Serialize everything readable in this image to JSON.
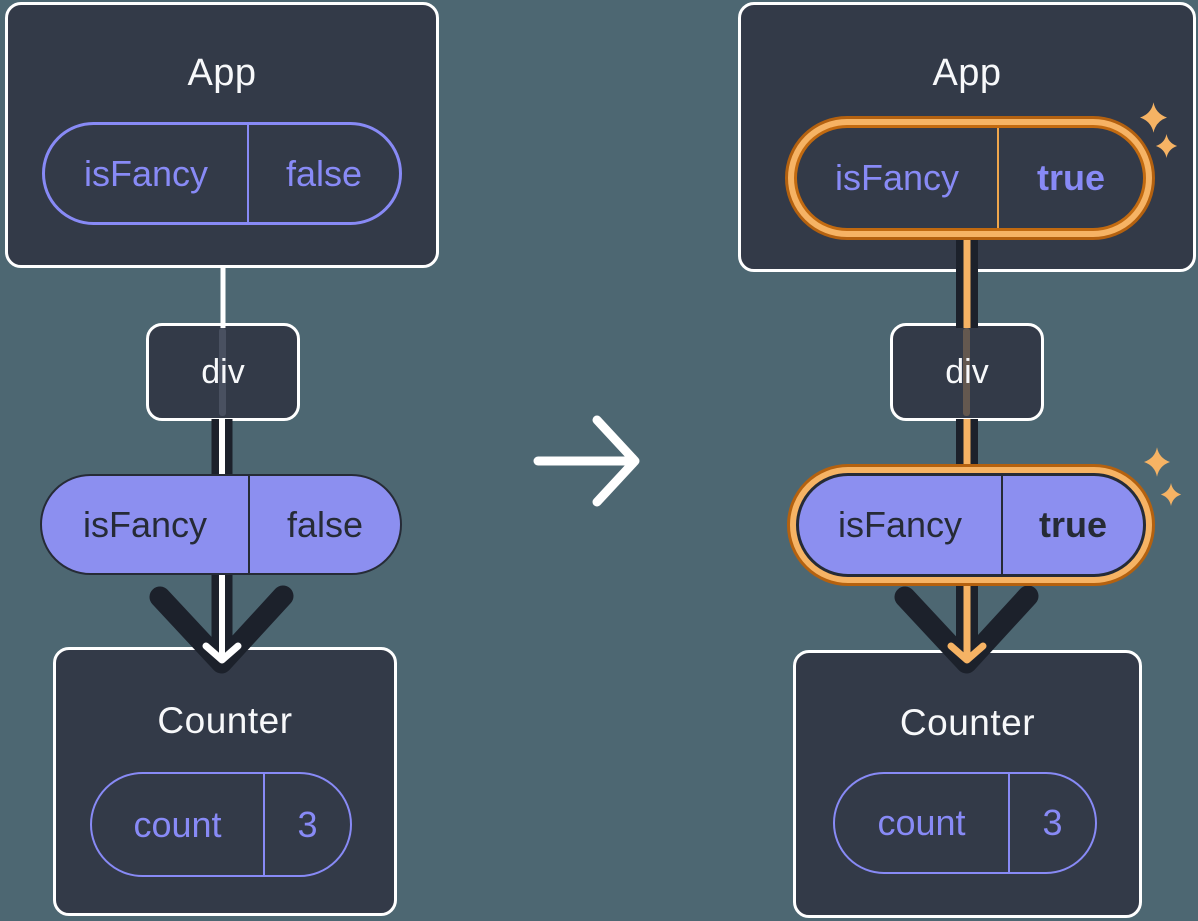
{
  "colors": {
    "background": "#4d6772",
    "component_box_fill": "#333a48",
    "component_box_border": "#ffffff",
    "purple_accent": "#888af6",
    "purple_pill_fill": "#8c8ff0",
    "dark_text_on_purple": "#262b36",
    "prop_arrow_dark": "#1c212b",
    "highlight_orange": "#f6b364",
    "highlight_orange_dark": "#b4610f",
    "white": "#ffffff"
  },
  "icons": {
    "sparkle": "four-point-star",
    "transition_arrow": "right-arrow"
  },
  "left_diagram": {
    "app_title": "App",
    "app_state_pill": {
      "key": "isFancy",
      "value": "false"
    },
    "div_label": "div",
    "prop_pill": {
      "key": "isFancy",
      "value": "false"
    },
    "counter_title": "Counter",
    "counter_state_pill": {
      "key": "count",
      "value": "3"
    }
  },
  "right_diagram": {
    "app_title": "App",
    "app_state_pill": {
      "key": "isFancy",
      "value": "true"
    },
    "div_label": "div",
    "prop_pill": {
      "key": "isFancy",
      "value": "true"
    },
    "counter_title": "Counter",
    "counter_state_pill": {
      "key": "count",
      "value": "3"
    }
  }
}
